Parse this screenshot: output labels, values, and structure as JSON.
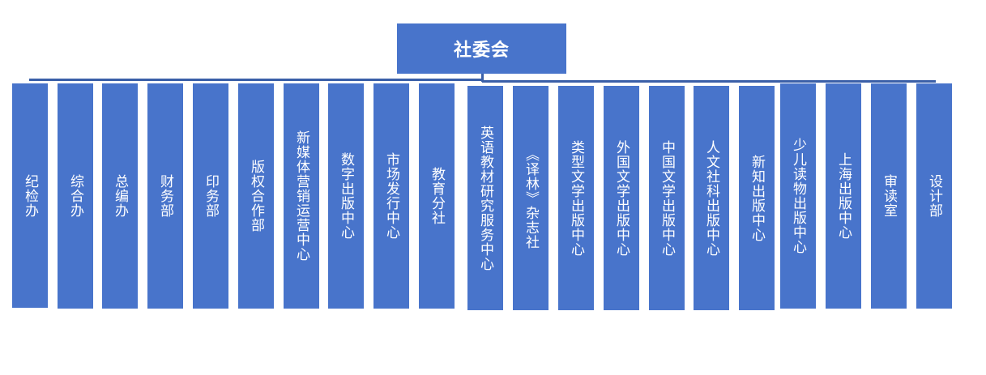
{
  "root": {
    "label": "社委会"
  },
  "departments": [
    {
      "label": "纪检办"
    },
    {
      "label": "综合办"
    },
    {
      "label": "总编办"
    },
    {
      "label": "财务部"
    },
    {
      "label": "印务部"
    },
    {
      "label": "版权合作部"
    },
    {
      "label": "新媒体营销运营中心"
    },
    {
      "label": "数字出版中心"
    },
    {
      "label": "市场发行中心"
    },
    {
      "label": "教育分社"
    },
    {
      "label": "英语教材研究服务中心"
    },
    {
      "label": "《译林》杂志社"
    },
    {
      "label": "类型文学出版中心"
    },
    {
      "label": "外国文学出版中心"
    },
    {
      "label": "中国文学出版中心"
    },
    {
      "label": "人文社科出版中心"
    },
    {
      "label": "新知出版中心"
    },
    {
      "label": "少儿读物出版中心"
    },
    {
      "label": "上海出版中心"
    },
    {
      "label": "审读室"
    },
    {
      "label": "设计部"
    }
  ],
  "colors": {
    "box": "#4874CB",
    "connector": "#3A5FA8",
    "text": "#FFFFFF"
  }
}
